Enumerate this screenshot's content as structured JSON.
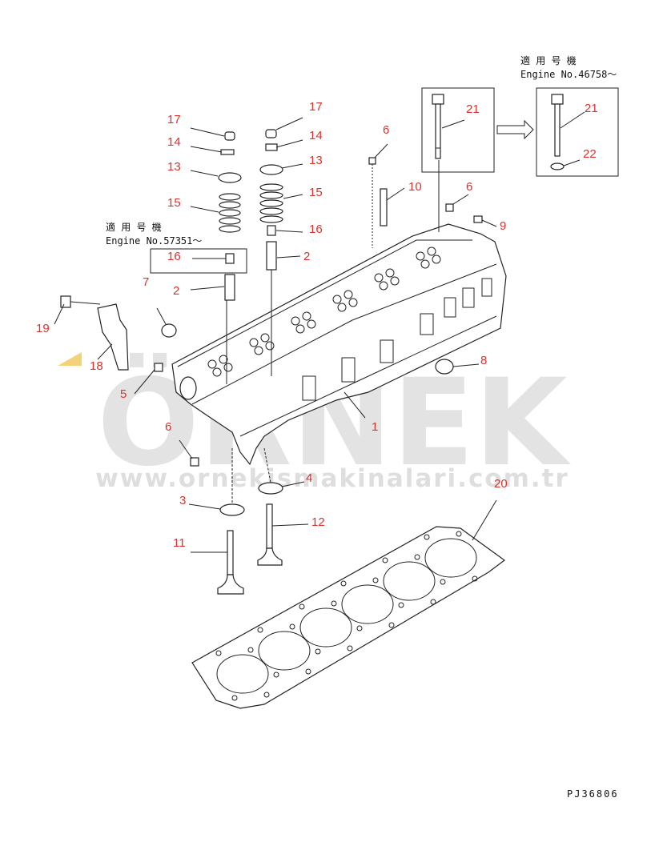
{
  "watermark": {
    "brand": "ÖRNEK",
    "url": "www.ornekismakinalari.com.tr"
  },
  "notes": [
    {
      "jp": "適 用 号 機",
      "engine": "Engine No.46758～"
    },
    {
      "jp": "適 用 号 機",
      "engine": "Engine No.57351～"
    }
  ],
  "drawing_code": "PJ36806",
  "part_labels": {
    "p1": "1",
    "p2a": "2",
    "p2b": "2",
    "p3": "3",
    "p4": "4",
    "p5": "5",
    "p6a": "6",
    "p6b": "6",
    "p6c": "6",
    "p7": "7",
    "p8": "8",
    "p9": "9",
    "p10": "10",
    "p11": "11",
    "p12": "12",
    "p13a": "13",
    "p13b": "13",
    "p14a": "14",
    "p14b": "14",
    "p15a": "15",
    "p15b": "15",
    "p16a": "16",
    "p16b": "16",
    "p17a": "17",
    "p17b": "17",
    "p18": "18",
    "p19": "19",
    "p20": "20",
    "p21a": "21",
    "p21b": "21",
    "p22": "22"
  },
  "colors": {
    "label": "#d9322d",
    "watermark": "#e3e3e3",
    "line": "#222222"
  }
}
